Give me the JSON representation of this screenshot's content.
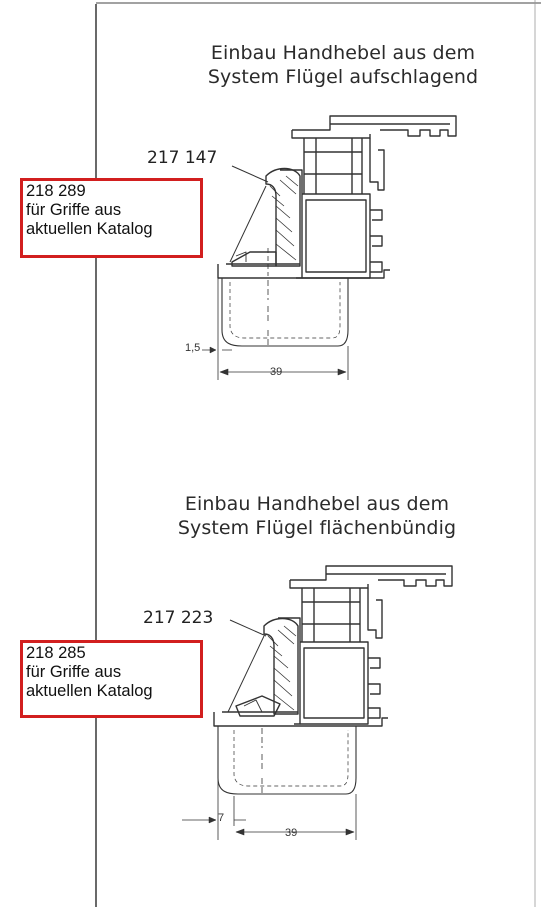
{
  "section_top": {
    "title_line1": "Einbau Handhebel aus dem",
    "title_line2": "System Flügel aufschlagend",
    "part_number": "217 147",
    "callout": {
      "number": "218 289",
      "line1": "für Griffe aus",
      "line2": "aktuellen Katalog"
    },
    "dim_left": "1,5",
    "dim_width": "39"
  },
  "section_bottom": {
    "title_line1": "Einbau Handhebel aus dem",
    "title_line2": "System Flügel flächenbündig",
    "part_number": "217 223",
    "callout": {
      "number": "218 285",
      "line1": "für Griffe aus",
      "line2": "aktuellen Katalog"
    },
    "dim_left": "7",
    "dim_width": "39"
  },
  "colors": {
    "callout_border": "#d21f1f",
    "line": "#333333",
    "scan_border": "#444444"
  }
}
